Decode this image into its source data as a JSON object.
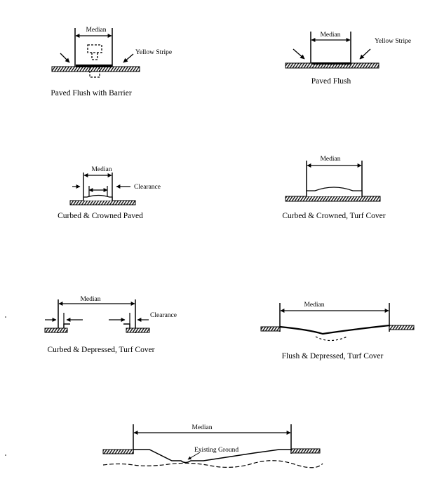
{
  "labels": {
    "median": "Median",
    "yellow_stripe": "Yellow Stripe",
    "clearance": "Clearance",
    "existing_ground": "Existing Ground"
  },
  "captions": {
    "paved_flush_barrier": "Paved Flush with Barrier",
    "paved_flush": "Paved Flush",
    "curbed_crowned_paved": "Curbed & Crowned Paved",
    "curbed_crowned_turf": "Curbed & Crowned, Turf Cover",
    "curbed_depressed_turf": "Curbed & Depressed, Turf Cover",
    "flush_depressed_turf": "Flush & Depressed, Turf Cover"
  }
}
